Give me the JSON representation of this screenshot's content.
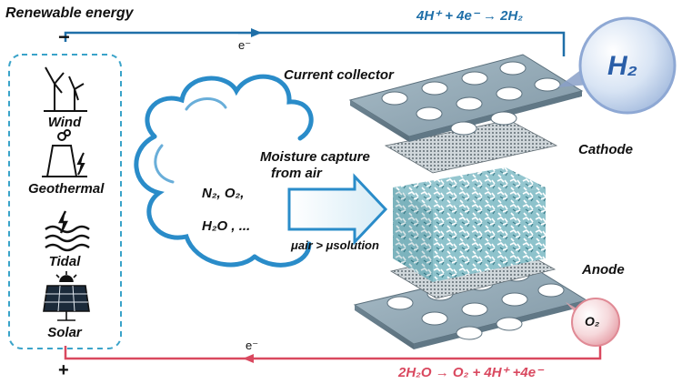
{
  "title": "Renewable energy",
  "polarity": {
    "negative": "−",
    "positive": "+"
  },
  "electron": "e⁻",
  "sources": [
    {
      "label": "Wind",
      "icon": "wind-turbine-icon"
    },
    {
      "label": "Geothermal",
      "icon": "geothermal-icon"
    },
    {
      "label": "Tidal",
      "icon": "tidal-icon"
    },
    {
      "label": "Solar",
      "icon": "solar-panel-icon"
    }
  ],
  "cathode_reaction": "4H⁺ + 4e⁻ → 2H₂",
  "anode_reaction": "2H₂O → O₂ + 4H⁺ +4e⁻",
  "labels": {
    "current_collector": "Current collector",
    "cathode": "Cathode",
    "anode": "Anode",
    "moisture": [
      "Moisture capture",
      "from air"
    ],
    "gases_line1": "N₂, O₂,",
    "gases_line2": "H₂O , ...",
    "mu_relation": "μair > μsolution"
  },
  "products": {
    "h2": "H₂",
    "o2": "O₂"
  },
  "colors": {
    "cathode_line": "#1f6fa8",
    "anode_line": "#d9485f",
    "dashed_box": "#3aa3c9",
    "plate": "#8fa6b3",
    "cloud": "#2a8cc9",
    "sponge": "#7fb9c4"
  }
}
